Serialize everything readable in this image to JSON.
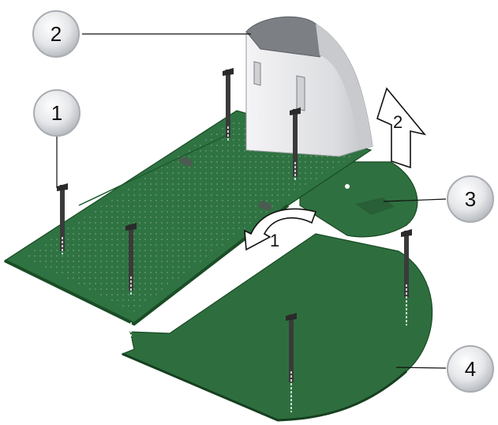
{
  "callouts": [
    {
      "label": "1"
    },
    {
      "label": "2"
    },
    {
      "label": "3"
    },
    {
      "label": "4"
    }
  ],
  "arrows": [
    {
      "label": "1"
    },
    {
      "label": "2"
    }
  ],
  "colors": {
    "plate": "#2e6e3e",
    "plate_dark": "#1f5a2e",
    "station": "#e4e5e7",
    "peg": "#3a3a3a",
    "callout_rim": "#a9adb2"
  }
}
